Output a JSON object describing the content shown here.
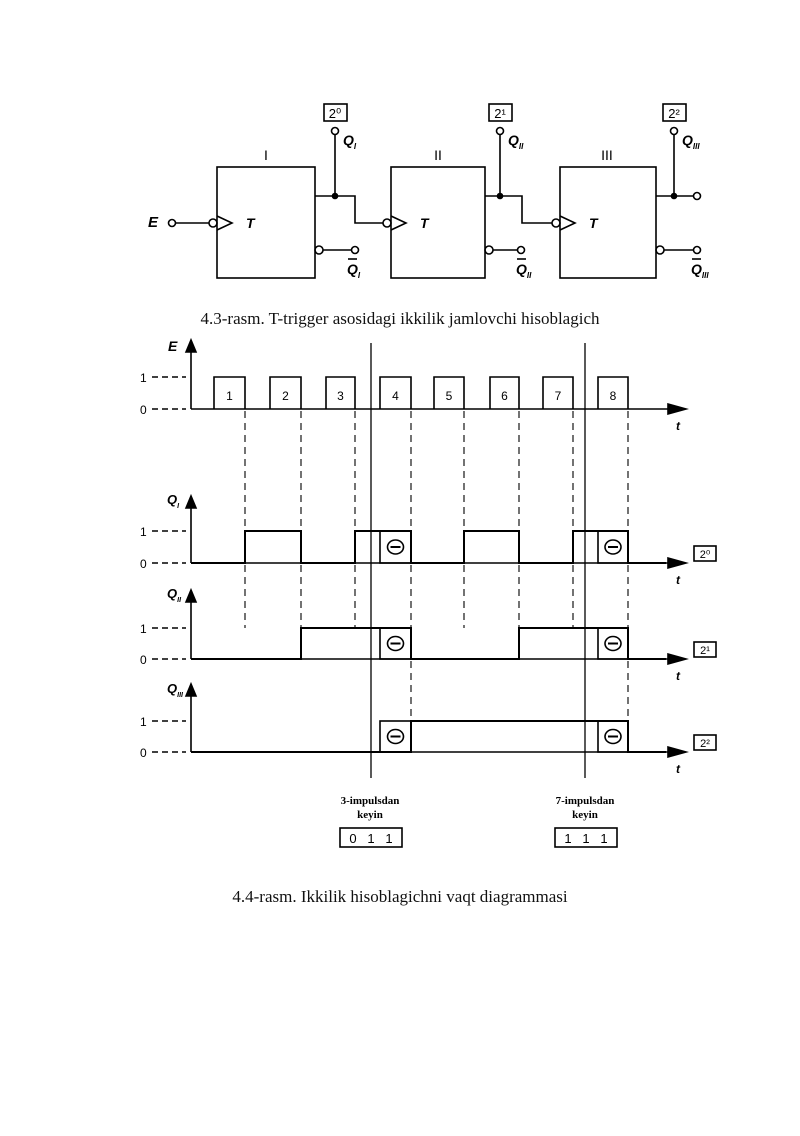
{
  "figure1": {
    "weights": [
      "2⁰",
      "2¹",
      "2²"
    ],
    "stage_numbers": [
      "I",
      "II",
      "III"
    ],
    "input_label": "E",
    "trigger_label": "T",
    "q_main": "Q",
    "q_subs": [
      "I",
      "II",
      "III"
    ],
    "caption": "4.3-rasm. T-trigger asosidagi ikkilik jamlovchi hisoblagich"
  },
  "figure2": {
    "axis_labels": {
      "E": "E",
      "Q1": "Q",
      "Q1_sub": "I",
      "Q2": "Q",
      "Q2_sub": "II",
      "Q3": "Q",
      "Q3_sub": "III",
      "time": "t"
    },
    "level_labels": [
      "1",
      "0"
    ],
    "pulse_numbers": [
      "1",
      "2",
      "3",
      "4",
      "5",
      "6",
      "7",
      "8"
    ],
    "weights": [
      "2⁰",
      "2¹",
      "2²"
    ],
    "reset_symbol": "⊖",
    "note_left": {
      "line1": "3-impulsdan",
      "line2": "keyin",
      "code": [
        "0",
        "1",
        "1"
      ]
    },
    "note_right": {
      "line1": "7-impulsdan",
      "line2": "keyin",
      "code": [
        "1",
        "1",
        "1"
      ]
    },
    "caption": "4.4-rasm. Ikkilik hisoblagichni vaqt diagrammasi"
  },
  "chart_data": {
    "type": "timing",
    "input_pulses": [
      1,
      2,
      3,
      4,
      5,
      6,
      7,
      8
    ],
    "Q_I": [
      0,
      1,
      0,
      1,
      0,
      1,
      0,
      1,
      0
    ],
    "Q_II": [
      0,
      0,
      1,
      1,
      0,
      0,
      1,
      1,
      0
    ],
    "Q_III": [
      0,
      0,
      0,
      0,
      1,
      1,
      1,
      1,
      0
    ],
    "states_after": {
      "3": "011",
      "7": "111"
    }
  }
}
